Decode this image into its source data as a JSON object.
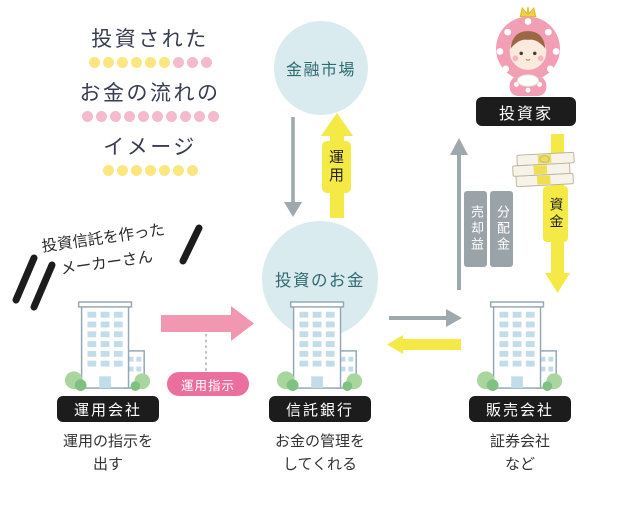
{
  "title": {
    "lines": [
      "投資された",
      "お金の流れの",
      "イメージ"
    ]
  },
  "maker_note": {
    "lines": [
      "投資信託を作った",
      "メーカーさん"
    ]
  },
  "nodes": {
    "financial_market": {
      "label": "金融市場"
    },
    "investment_money": {
      "label": "投資のお金"
    },
    "investor": {
      "label": "投資家"
    }
  },
  "flow_labels": {
    "operation": "運用",
    "operation_instruction": "運用指示",
    "sale_profit": "売却益",
    "distribution": "分配金",
    "funds": "資金"
  },
  "companies": {
    "management": {
      "name": "運用会社",
      "caption": [
        "運用の指示を",
        "出す"
      ]
    },
    "trust_bank": {
      "name": "信託銀行",
      "caption": [
        "お金の管理を",
        "してくれる"
      ]
    },
    "sales": {
      "name": "販売会社",
      "caption": [
        "証券会社",
        "など"
      ]
    }
  },
  "colors": {
    "node_blue": "#d9ebee",
    "node_text_teal": "#2e6a70",
    "accent_yellow": "#f5e945",
    "accent_pink_arrow": "#f297b1",
    "badge_pink": "#ea6f9d",
    "arrow_gray": "#9fa8ac",
    "label_black": "#1c1c1c",
    "dot_yellow": "#f8df56",
    "dot_pink": "#f2a9c1"
  }
}
